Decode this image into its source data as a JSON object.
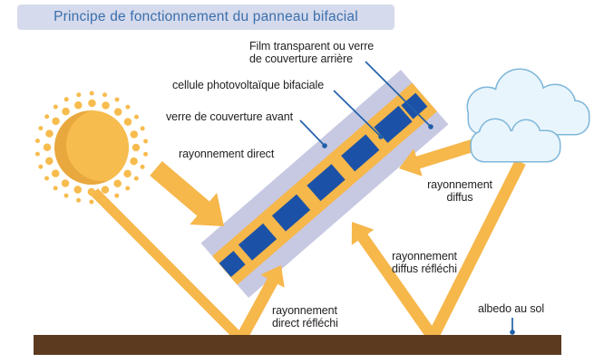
{
  "title": "Principe de fonctionnement du panneau bifacial",
  "labels": {
    "film_arriere_line1": "Film transparent ou verre",
    "film_arriere_line2": "de couverture arrière",
    "cellule": "cellule photovoltaïque bifaciale",
    "verre_avant": "verre de couverture avant",
    "rayonnement_direct": "rayonnement direct",
    "rayonnement_diffus_line1": "rayonnement",
    "rayonnement_diffus_line2": "diffus",
    "rayonnement_diffus_reflechi_line1": "rayonnement",
    "rayonnement_diffus_reflechi_line2": "diffus réfléchi",
    "rayonnement_direct_reflechi_line1": "rayonnement",
    "rayonnement_direct_reflechi_line2": "direct réfléchi",
    "albedo": "albedo au sol"
  },
  "icons": {
    "sun": "sun-icon",
    "clouds": "cloud-icon",
    "panel": "bifacial-solar-panel",
    "ground": "ground-bar"
  },
  "colors": {
    "arrow_yellow": "#F6B74B",
    "panel_glass": "#C7C9E2",
    "panel_core": "#F6B74B",
    "cell_blue": "#1B52A8",
    "leader_blue": "#2060A8",
    "title_text": "#3A6FAC",
    "title_bg": "#D5DAEC",
    "ground_brown": "#5C3A20",
    "cloud_fill": "#E9F5FC",
    "cloud_stroke": "#7FB7DA",
    "sun_light": "#F7BC4E",
    "sun_dark": "#E9A83E",
    "label_text": "#222222"
  }
}
